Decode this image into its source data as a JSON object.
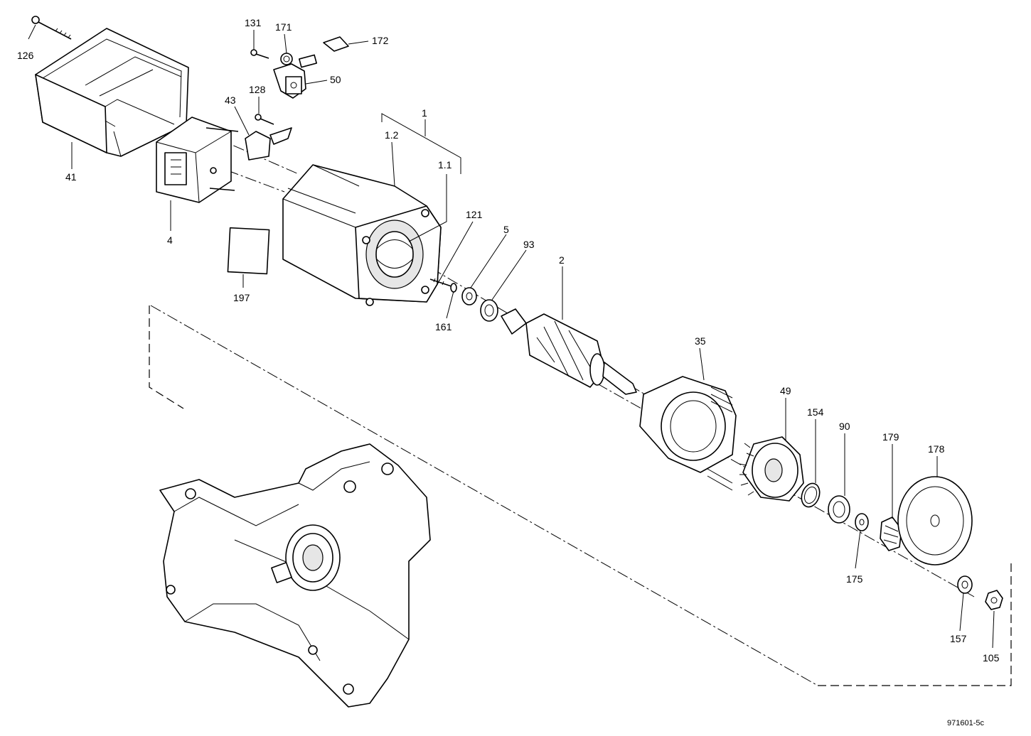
{
  "drawing_number": "971601-5c",
  "callouts": {
    "c126": "126",
    "c41": "41",
    "c131": "131",
    "c171": "171",
    "c172": "172",
    "c50": "50",
    "c128": "128",
    "c43": "43",
    "c4": "4",
    "c197": "197",
    "c1": "1",
    "c1_2": "1.2",
    "c1_1": "1.1",
    "c121": "121",
    "c5": "5",
    "c93": "93",
    "c161": "161",
    "c2": "2",
    "c35": "35",
    "c49": "49",
    "c154": "154",
    "c90": "90",
    "c179": "179",
    "c178": "178",
    "c175": "175",
    "c157": "157",
    "c105": "105"
  }
}
